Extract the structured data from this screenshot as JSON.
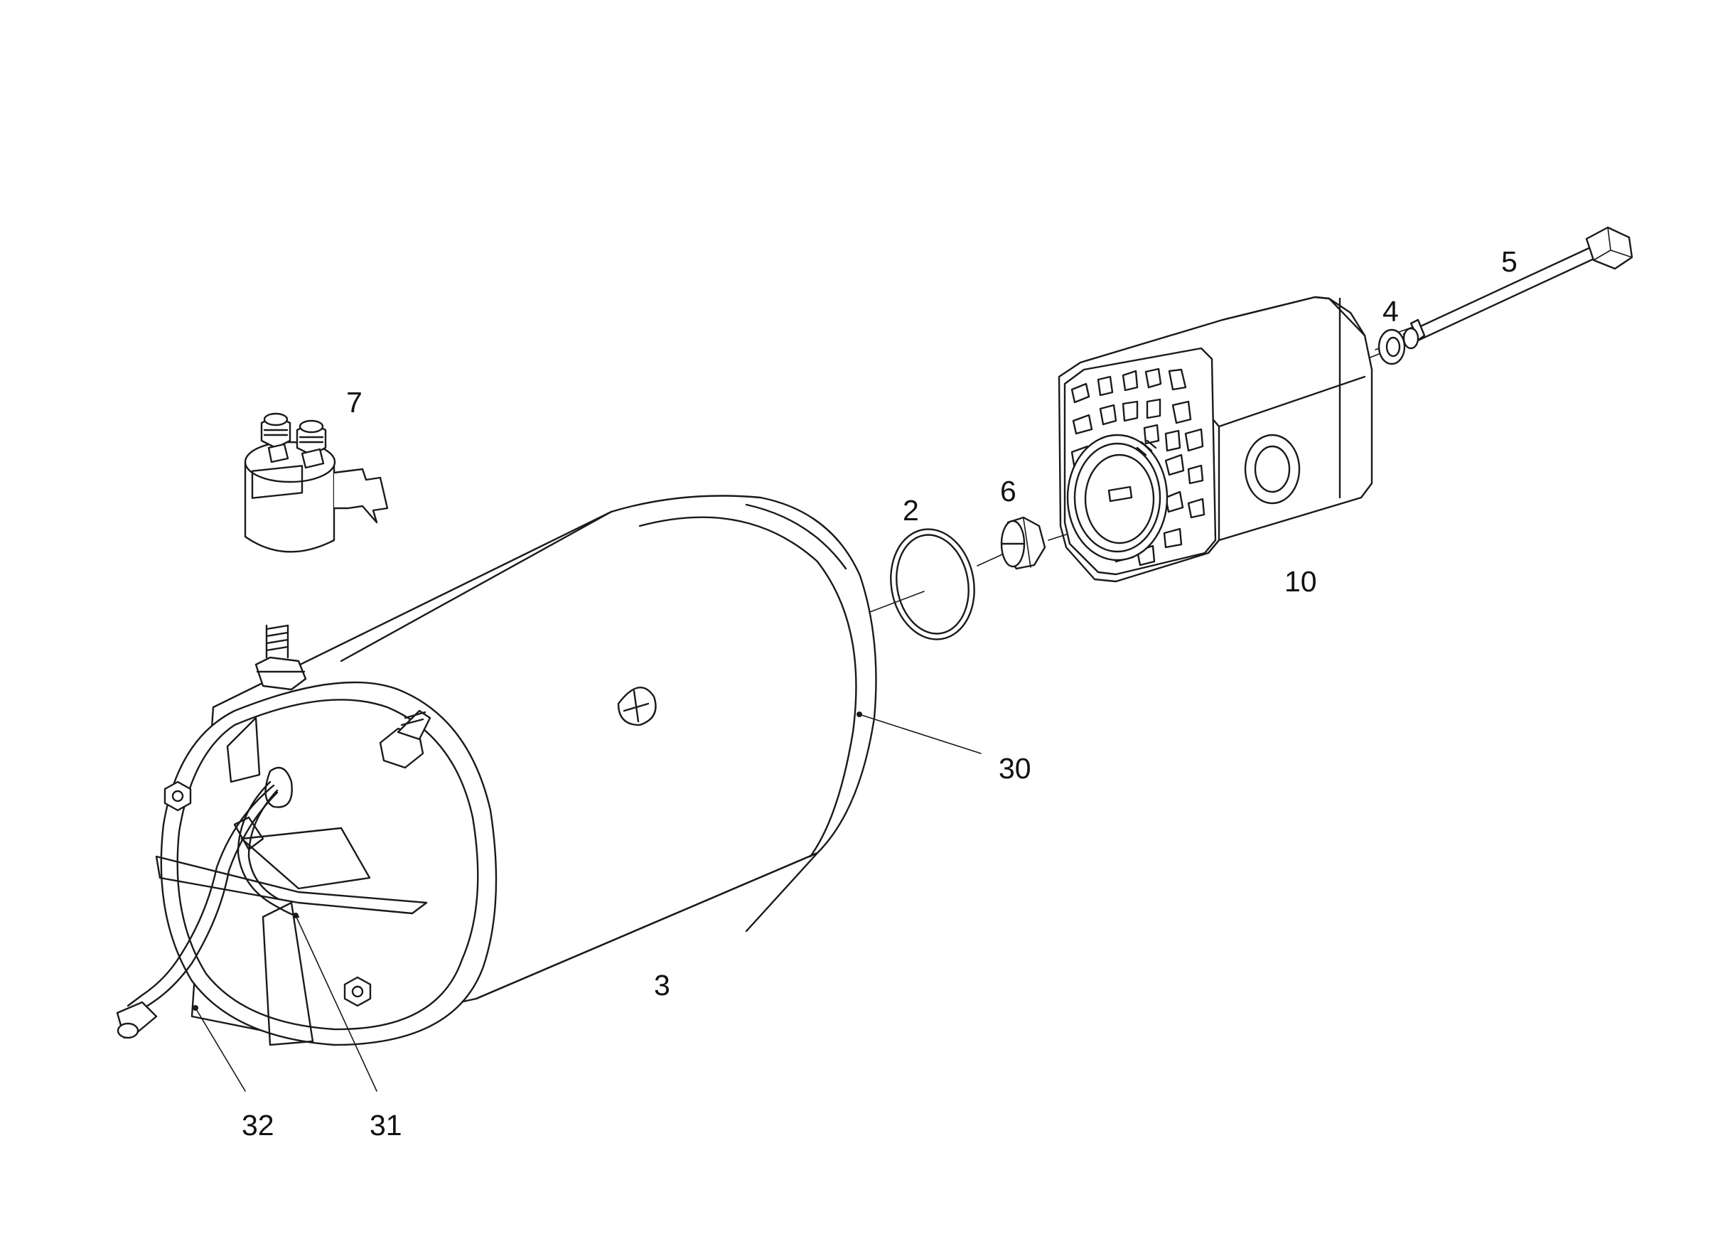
{
  "callouts": [
    {
      "id": "c5",
      "label": "5"
    },
    {
      "id": "c4",
      "label": "4"
    },
    {
      "id": "c7",
      "label": "7"
    },
    {
      "id": "c6",
      "label": "6"
    },
    {
      "id": "c2",
      "label": "2"
    },
    {
      "id": "c10",
      "label": "10"
    },
    {
      "id": "c30",
      "label": "30"
    },
    {
      "id": "c3",
      "label": "3"
    },
    {
      "id": "c32",
      "label": "32"
    },
    {
      "id": "c31",
      "label": "31"
    }
  ],
  "colors": {
    "line": "#1a1a1a",
    "background": "#ffffff"
  }
}
